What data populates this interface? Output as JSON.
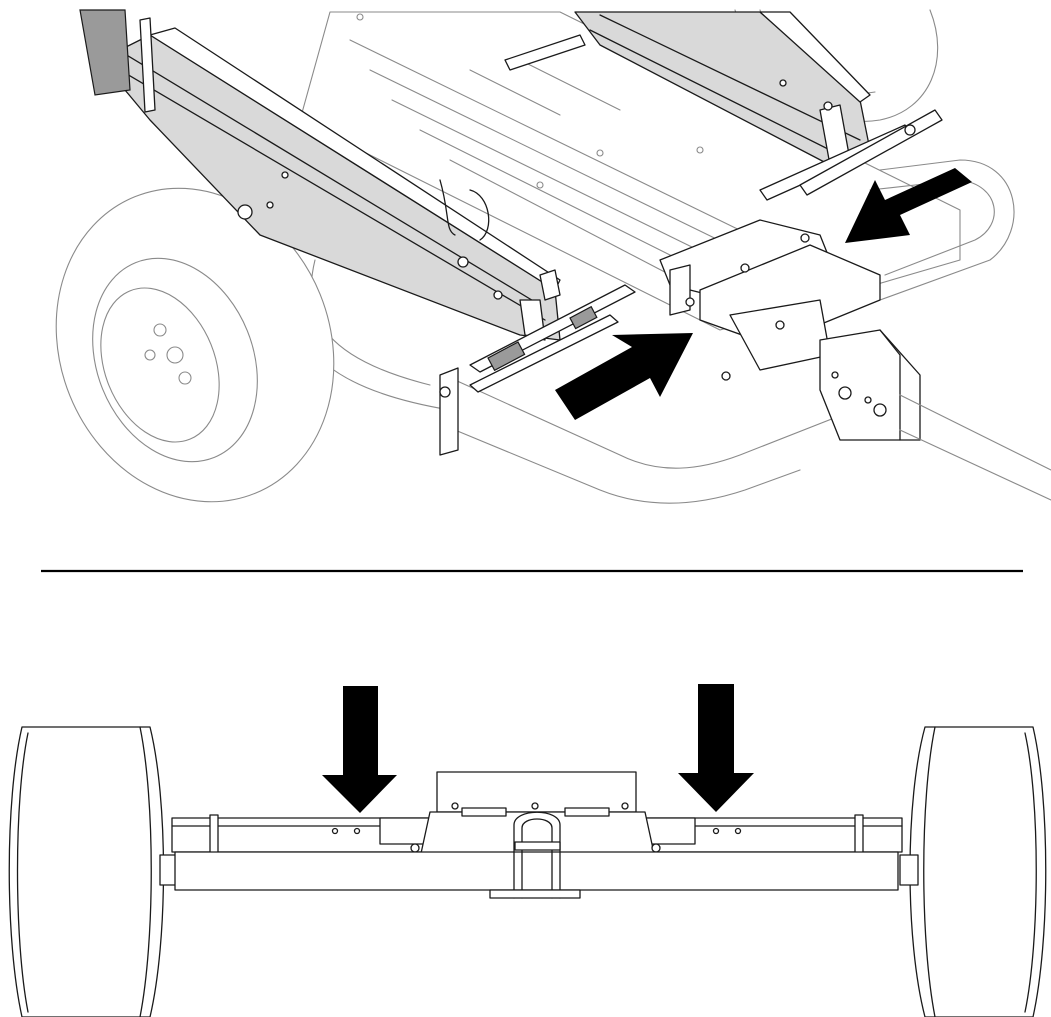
{
  "figure": {
    "panels": [
      {
        "view": "isometric",
        "arrow_count": 2
      },
      {
        "view": "front",
        "arrow_count": 2
      }
    ],
    "colors": {
      "line": "#1a1a1a",
      "light_line": "#8a8a8a",
      "shade": "#d9d9d9",
      "arrow": "#000000",
      "divider": "#000000",
      "background": "#ffffff"
    },
    "icons": [
      "press-arrow-icon",
      "wheel-icon"
    ]
  }
}
